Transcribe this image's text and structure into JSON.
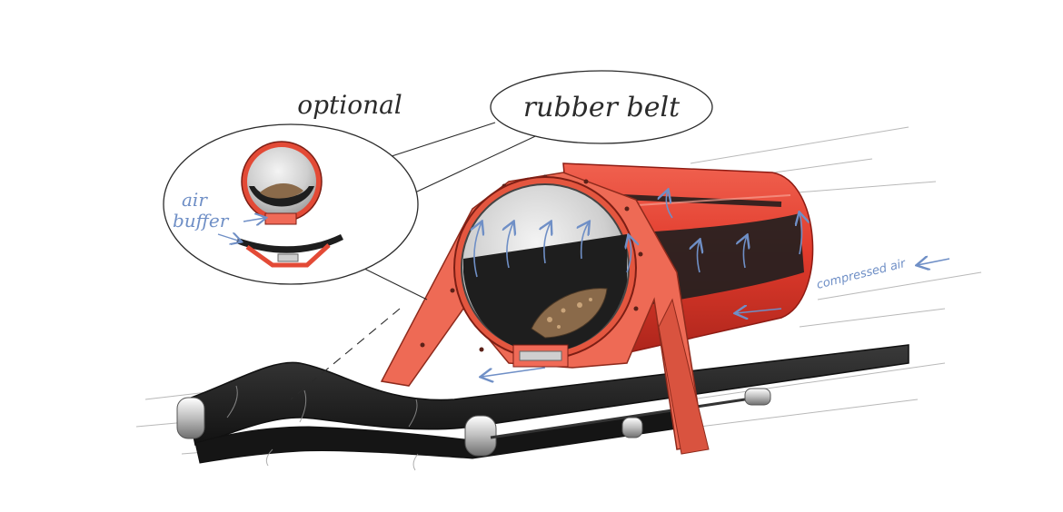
{
  "labels": {
    "optional": "optional",
    "rubber_belt": "rubber belt",
    "air_buffer_line1": "air",
    "air_buffer_line2": "buffer",
    "compressed_air": "compressed air"
  },
  "colors": {
    "tube_red": "#e8473a",
    "tube_red_dark": "#b8241a",
    "frame_orange": "#ee6a55",
    "belt_black": "#1d1d1d",
    "air_blue": "#6f8fc6",
    "ink": "#2b2b2b"
  }
}
